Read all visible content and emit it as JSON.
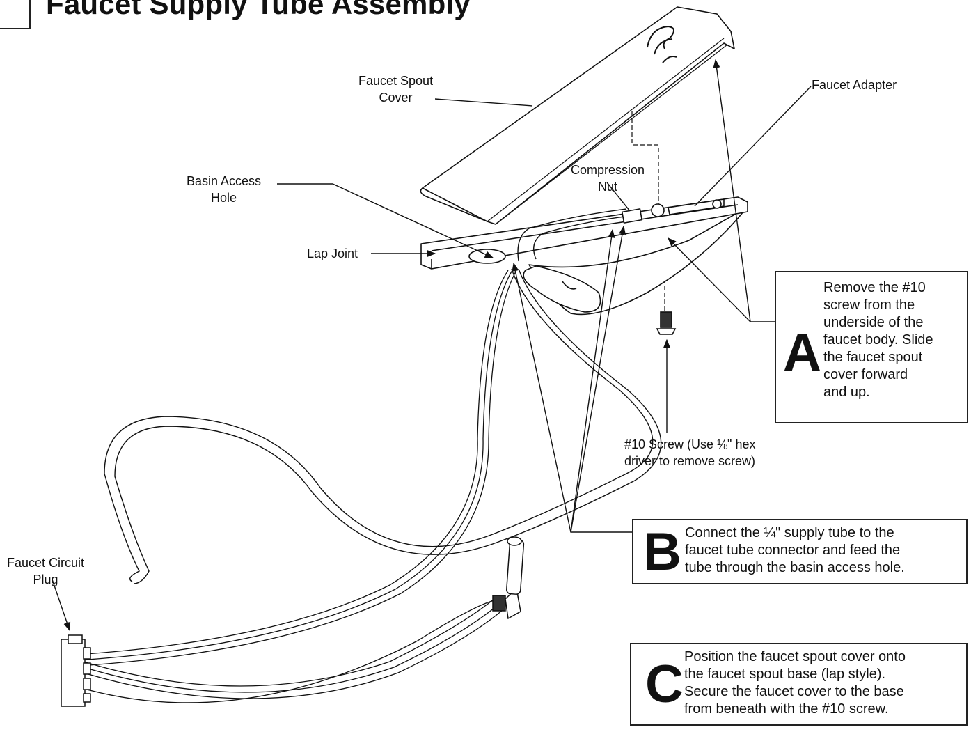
{
  "header": {
    "title": "Faucet Supply Tube Assembly"
  },
  "labels": {
    "faucet_spout_cover": "Faucet Spout\nCover",
    "faucet_adapter": "Faucet Adapter",
    "basin_access_hole": "Basin Access\nHole",
    "compression_nut": "Compression\nNut",
    "lap_joint": "Lap Joint",
    "screw": "#10 Screw (Use ⅛\" hex\ndriver to remove screw)",
    "faucet_circuit_plug": "Faucet Circuit\nPlug"
  },
  "steps": [
    {
      "letter": "A",
      "text": "Remove the #10\nscrew from the\nunderside of the\nfaucet body. Slide\nthe faucet spout\ncover forward\nand up."
    },
    {
      "letter": "B",
      "text": "Connect the ¼\" supply tube to the\nfaucet tube connector and feed the\ntube through the basin access hole."
    },
    {
      "letter": "C",
      "text": "Position the faucet spout cover onto\nthe faucet spout base (lap style).\nSecure the faucet cover to the base\nfrom beneath with the #10 screw."
    }
  ]
}
